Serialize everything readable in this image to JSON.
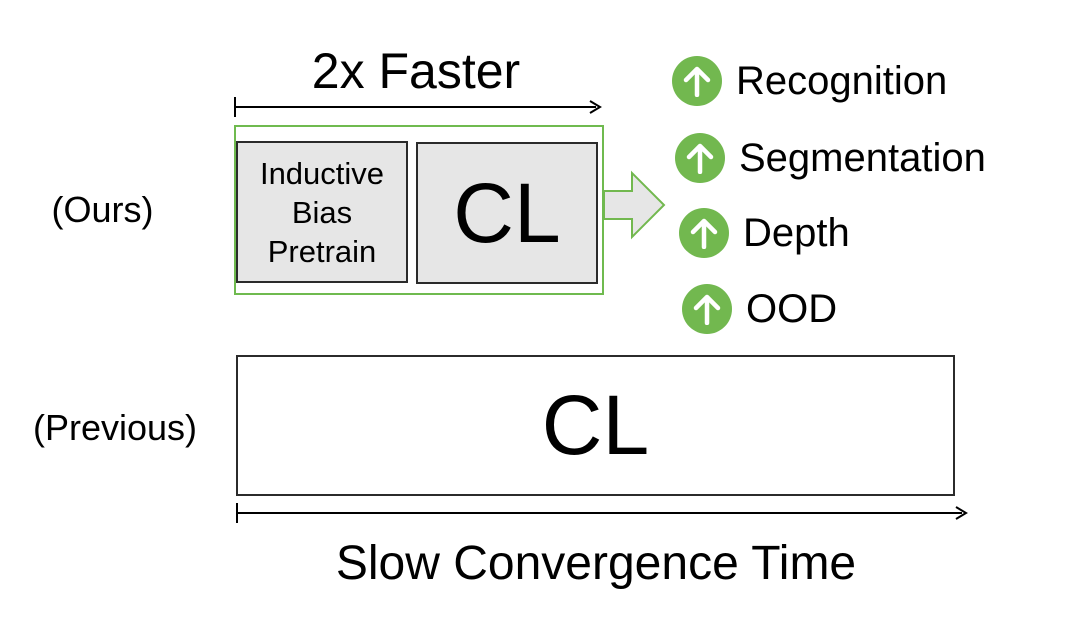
{
  "diagram": {
    "top_label": "2x Faster",
    "ours_label": "(Ours)",
    "previous_label": "(Previous)",
    "inductive_box": {
      "line1": "Inductive",
      "line2": "Bias",
      "line3": "Pretrain"
    },
    "cl_ours": "CL",
    "cl_previous": "CL",
    "bottom_label": "Slow Convergence Time",
    "benefits": [
      {
        "label": "Recognition",
        "icon": "arrow-up-circle-icon"
      },
      {
        "label": "Segmentation",
        "icon": "arrow-up-circle-icon"
      },
      {
        "label": "Depth",
        "icon": "arrow-up-circle-icon"
      },
      {
        "label": "OOD",
        "icon": "arrow-up-circle-icon"
      }
    ]
  },
  "colors": {
    "accent_green": "#72b84f",
    "box_fill": "#e6e6e6",
    "outline": "#2b2b2b"
  }
}
